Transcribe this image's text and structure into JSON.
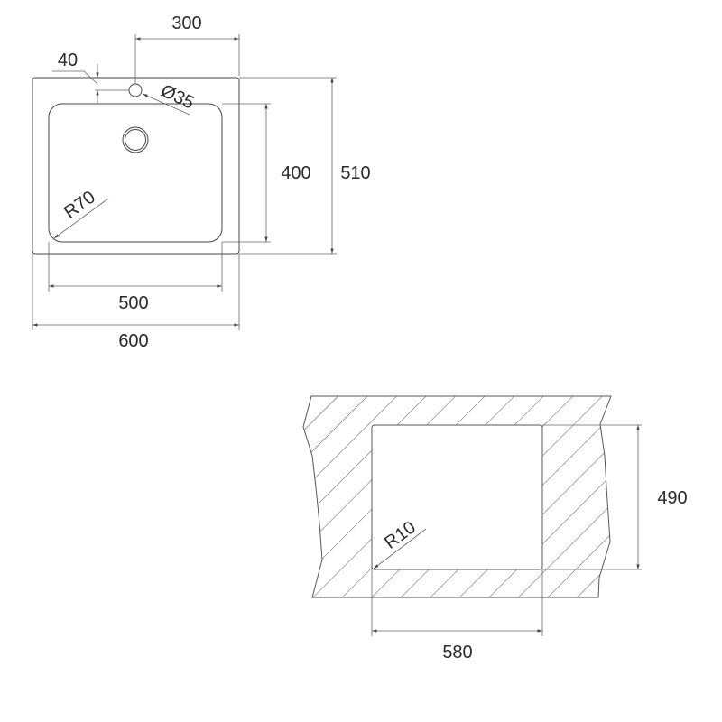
{
  "top_view": {
    "dim_tap_offset": "300",
    "dim_tap_edge": "40",
    "dim_tap_hole": "Ø35",
    "dim_bowl_depth": "400",
    "dim_total_depth": "510",
    "dim_bowl_radius": "R70",
    "dim_bowl_width": "500",
    "dim_total_width": "600"
  },
  "cutout_view": {
    "dim_cutout_depth": "490",
    "dim_cutout_width": "580",
    "dim_cutout_radius": "R10"
  },
  "colors": {
    "line": "#444444",
    "text": "#2a2a2a"
  }
}
